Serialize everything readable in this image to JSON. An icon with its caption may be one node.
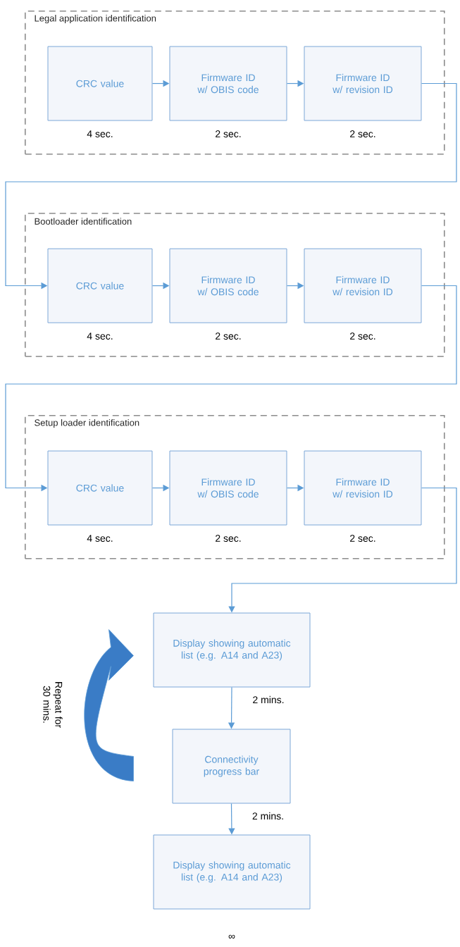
{
  "diagram": {
    "nodes": [
      {
        "text": [
          "Legal application identification"
        ]
      },
      {
        "text": [
          "CRC value"
        ],
        "in": 0,
        "beside": [
          "4 sec."
        ]
      },
      {
        "text": [
          "Firmware ID w/ OBIS code"
        ],
        "in": 0,
        "beside": [
          "2 sec."
        ]
      },
      {
        "text": [
          "Firmware ID w/ revision ID"
        ],
        "in": 0,
        "beside": [
          "2 sec."
        ]
      },
      {
        "text": [
          "Bootloader identification"
        ]
      },
      {
        "text": [
          "CRC value"
        ],
        "in": 4,
        "beside": [
          "4 sec."
        ]
      },
      {
        "text": [
          "Firmware ID w/ OBIS code"
        ],
        "in": 4,
        "beside": [
          "2 sec."
        ]
      },
      {
        "text": [
          "Firmware ID w/ revision ID"
        ],
        "in": 4,
        "beside": [
          "2 sec."
        ]
      },
      {
        "text": [
          "Setup loader identification"
        ]
      },
      {
        "text": [
          "CRC value"
        ],
        "in": 8,
        "beside": [
          "4 sec."
        ]
      },
      {
        "text": [
          "Firmware ID w/ OBIS code"
        ],
        "in": 8,
        "beside": [
          "2 sec."
        ]
      },
      {
        "text": [
          "Firmware ID w/ revision ID"
        ],
        "in": 8,
        "beside": [
          "2 sec."
        ]
      },
      {
        "text": [
          "Display showing automatic list (e.g. A14 and A23)"
        ]
      },
      {
        "text": [
          "Connectivity progress bar"
        ]
      },
      {
        "text": [
          "Display showing automatic list (e.g. A14 and A23)"
        ],
        "beside": [
          "∞"
        ]
      }
    ],
    "edges": [
      {
        "from": 1,
        "to": 2,
        "arrow": "to"
      },
      {
        "from": 2,
        "to": 3,
        "arrow": "to"
      },
      {
        "from": 3,
        "to": 5,
        "arrow": "to"
      },
      {
        "from": 5,
        "to": 6,
        "arrow": "to"
      },
      {
        "from": 6,
        "to": 7,
        "arrow": "to"
      },
      {
        "from": 7,
        "to": 9,
        "arrow": "to"
      },
      {
        "from": 9,
        "to": 10,
        "arrow": "to"
      },
      {
        "from": 10,
        "to": 11,
        "arrow": "to"
      },
      {
        "from": 11,
        "to": 12,
        "arrow": "to"
      },
      {
        "from": 12,
        "to": 13,
        "arrow": "to",
        "label": "2 mins."
      },
      {
        "from": 13,
        "to": 14,
        "arrow": "to",
        "label": "2 mins."
      },
      {
        "from": 13,
        "to": 12,
        "arrow": "to",
        "style": "thick",
        "label": "Repeat for 30 mins."
      }
    ]
  }
}
